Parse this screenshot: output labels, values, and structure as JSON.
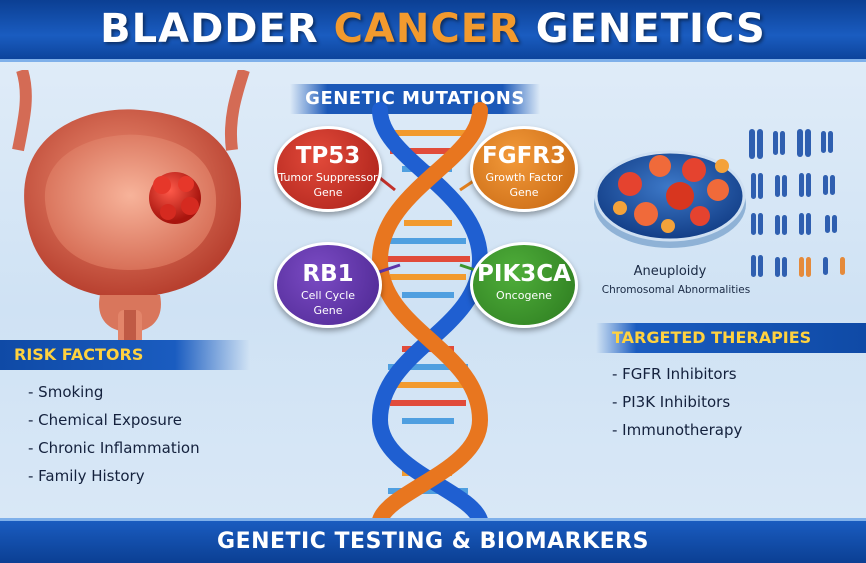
{
  "title": {
    "part1": "BLADDER ",
    "part2": "CANCER",
    "part3": " GENETICS"
  },
  "mutations_heading": "GENETIC MUTATIONS",
  "genes": [
    {
      "name": "TP53",
      "desc1": "Tumor Suppressor",
      "desc2": "Gene",
      "color": "#c2302a"
    },
    {
      "name": "FGFR3",
      "desc1": "Growth Factor",
      "desc2": "Gene",
      "color": "#e07f1f"
    },
    {
      "name": "RB1",
      "desc1": "Cell Cycle",
      "desc2": "Gene",
      "color": "#5e34a8"
    },
    {
      "name": "PIK3CA",
      "desc1": "Oncogene",
      "desc2": "",
      "color": "#3b942b"
    }
  ],
  "risk": {
    "heading": "RISK FACTORS",
    "items": [
      "- Smoking",
      "- Chemical Exposure",
      "- Chronic Inflammation",
      "- Family History"
    ]
  },
  "aneuploidy": {
    "title": "Aneuploidy",
    "subtitle": "Chromosomal Abnormalities"
  },
  "therapies": {
    "heading": "TARGETED THERAPIES",
    "items": [
      "- FGFR Inhibitors",
      "- PI3K Inhibitors",
      "- Immunotherapy"
    ]
  },
  "footer": "GENETIC TESTING & BIOMARKERS",
  "colors": {
    "header_blue": "#1a5cc0",
    "title_accent": "#f29a2e",
    "banner_text": "#ffd23f"
  }
}
